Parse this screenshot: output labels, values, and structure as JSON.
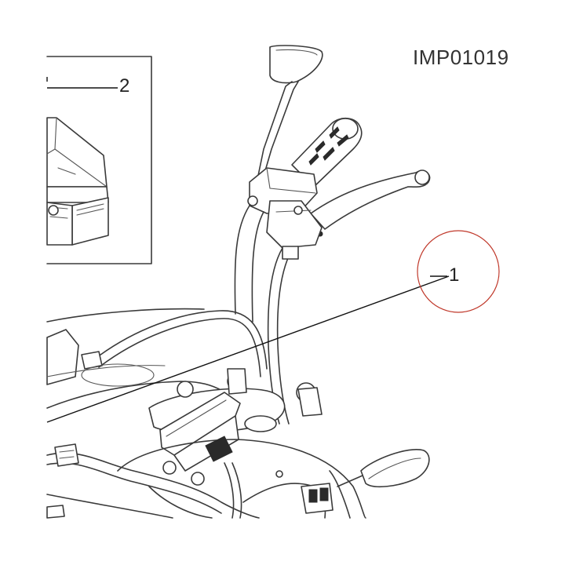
{
  "figure": {
    "reference_code": "IMP01019",
    "callouts": [
      {
        "number": "1"
      },
      {
        "number": "2"
      }
    ],
    "highlight_color": "#c0392b",
    "line_color": "#3a3a3a"
  }
}
